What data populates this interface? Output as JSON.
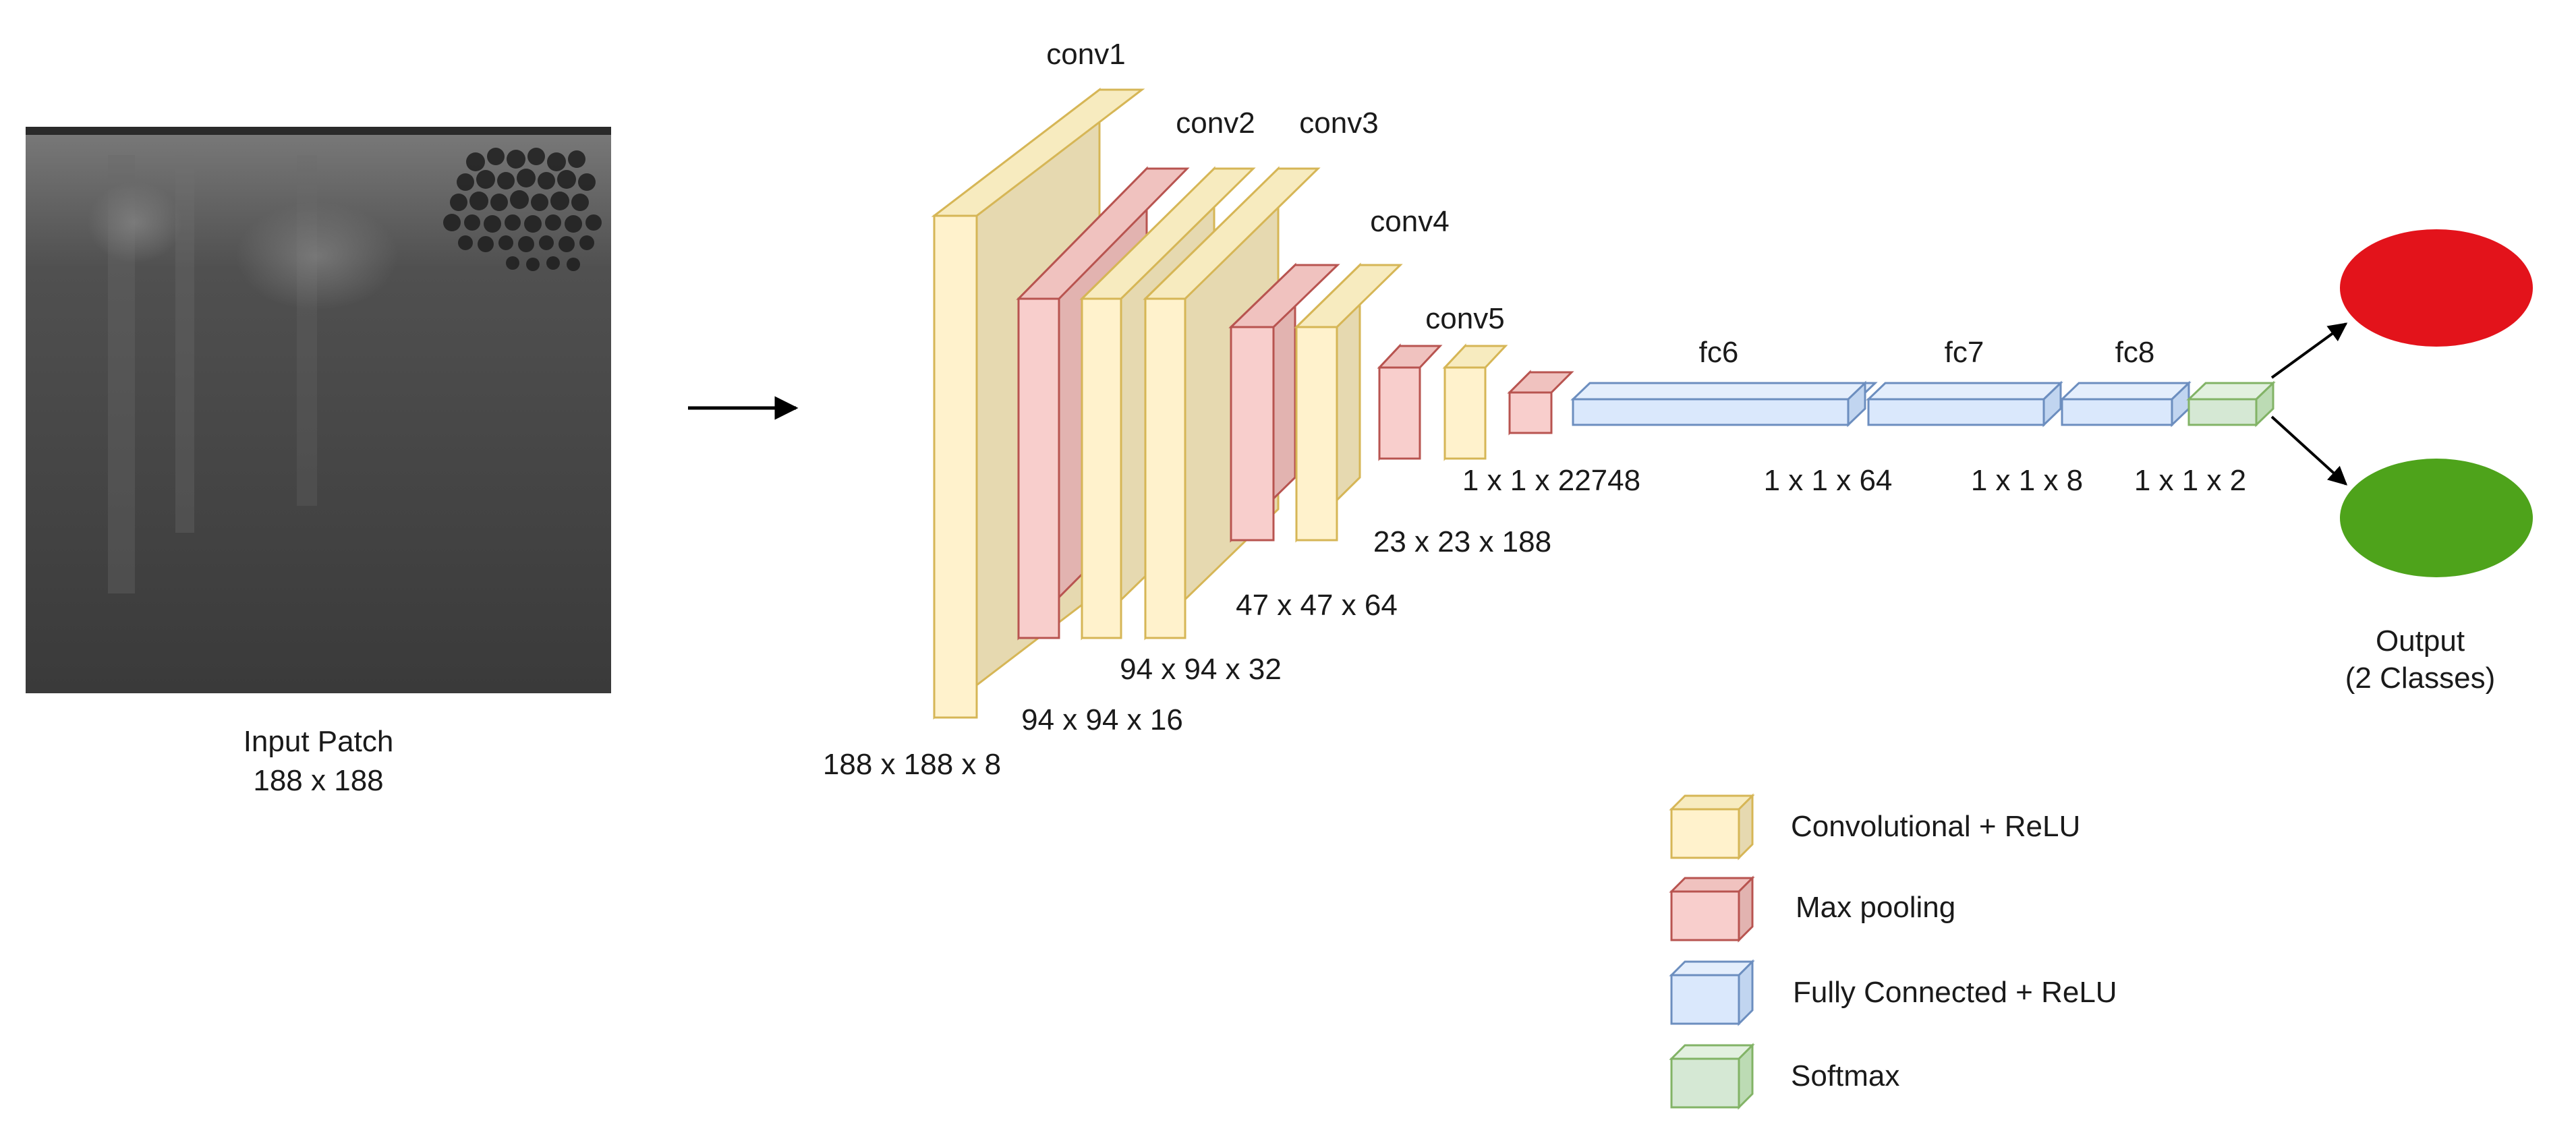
{
  "input": {
    "title": "Input Patch",
    "size": "188 x 188"
  },
  "layers": {
    "conv1": "conv1",
    "conv2": "conv2",
    "conv3": "conv3",
    "conv4": "conv4",
    "conv5": "conv5",
    "fc6": "fc6",
    "fc7": "fc7",
    "fc8": "fc8"
  },
  "dims": {
    "d1": "188 x 188 x 8",
    "d2": "94 x 94 x 16",
    "d3": "94 x 94 x 32",
    "d4": "47 x 47 x 64",
    "d5": "23 x 23 x 188",
    "d6": "1 x 1 x 22748",
    "d7": "1 x 1 x 64",
    "d8": "1 x 1 x 8",
    "d9": "1 x 1 x 2"
  },
  "output": {
    "line1": "Output",
    "line2": "(2 Classes)"
  },
  "legend": [
    {
      "label": "Convolutional + ReLU",
      "color": "#fff2cc"
    },
    {
      "label": "Max pooling",
      "color": "#f8cecc"
    },
    {
      "label": "Fully Connected + ReLU",
      "color": "#dae8fc"
    },
    {
      "label": "Softmax",
      "color": "#d5e8d4"
    }
  ],
  "colors": {
    "conv": "#fff2cc",
    "pool": "#f8cecc",
    "fc": "#dae8fc",
    "softmax": "#d5e8d4",
    "class_red": "#e3131b",
    "class_green": "#4ea31b"
  }
}
